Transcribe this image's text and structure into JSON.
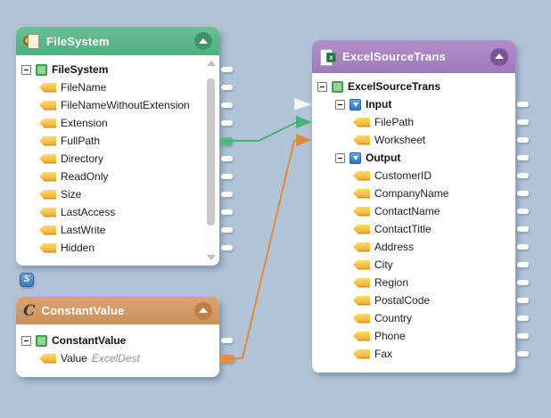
{
  "palette": {
    "canvas_bg": "#b3c3d6",
    "node_body": "#ffffff",
    "field_tag_yellow": "#f6b32e",
    "group_square_green": "#8fd191",
    "io_square_blue": "#3d83cb",
    "port_stub_white": "#ffffff",
    "s_badge_blue": "#4d8cc7"
  },
  "badges": {
    "s_label": "S"
  },
  "nodes": {
    "filesystem": {
      "title": "FileSystem",
      "header_color": "#55b787",
      "button_color": "#3e9468",
      "rows": [
        {
          "label": "FileSystem",
          "type": "group",
          "icon": "green-square",
          "level": 0,
          "port": "white"
        },
        {
          "label": "FileName",
          "type": "field",
          "icon": "tag",
          "level": 1,
          "port": "white"
        },
        {
          "label": "FileNameWithoutExtension",
          "type": "field",
          "icon": "tag",
          "level": 1,
          "port": "white"
        },
        {
          "label": "Extension",
          "type": "field",
          "icon": "tag",
          "level": 1,
          "port": "white"
        },
        {
          "label": "FullPath",
          "type": "field",
          "icon": "tag",
          "level": 1,
          "port": "green"
        },
        {
          "label": "Directory",
          "type": "field",
          "icon": "tag",
          "level": 1,
          "port": "white"
        },
        {
          "label": "ReadOnly",
          "type": "field",
          "icon": "tag",
          "level": 1,
          "port": "white"
        },
        {
          "label": "Size",
          "type": "field",
          "icon": "tag",
          "level": 1,
          "port": "white"
        },
        {
          "label": "LastAccess",
          "type": "field",
          "icon": "tag",
          "level": 1,
          "port": "white"
        },
        {
          "label": "LastWrite",
          "type": "field",
          "icon": "tag",
          "level": 1,
          "port": "white"
        },
        {
          "label": "Hidden",
          "type": "field",
          "icon": "tag",
          "level": 1,
          "port": "white"
        }
      ]
    },
    "excelsourcetrans": {
      "title": "ExcelSourceTrans",
      "header_color": "#a780c3",
      "button_color": "#7b539a",
      "icon_glyph": "x",
      "rows": [
        {
          "label": "ExcelSourceTrans",
          "type": "group",
          "icon": "green-square",
          "level": 0,
          "port": null
        },
        {
          "label": "Input",
          "type": "group",
          "icon": "blue-down-square",
          "level": 1,
          "port": "white"
        },
        {
          "label": "FilePath",
          "type": "field",
          "icon": "tag",
          "level": 2,
          "port": "white"
        },
        {
          "label": "Worksheet",
          "type": "field",
          "icon": "tag",
          "level": 2,
          "port": "white"
        },
        {
          "label": "Output",
          "type": "group",
          "icon": "blue-down-square",
          "level": 1,
          "port": "white"
        },
        {
          "label": "CustomerID",
          "type": "field",
          "icon": "tag",
          "level": 2,
          "port": "white"
        },
        {
          "label": "CompanyName",
          "type": "field",
          "icon": "tag",
          "level": 2,
          "port": "white"
        },
        {
          "label": "ContactName",
          "type": "field",
          "icon": "tag",
          "level": 2,
          "port": "white"
        },
        {
          "label": "ContactTitle",
          "type": "field",
          "icon": "tag",
          "level": 2,
          "port": "white"
        },
        {
          "label": "Address",
          "type": "field",
          "icon": "tag",
          "level": 2,
          "port": "white"
        },
        {
          "label": "City",
          "type": "field",
          "icon": "tag",
          "level": 2,
          "port": "white"
        },
        {
          "label": "Region",
          "type": "field",
          "icon": "tag",
          "level": 2,
          "port": "white"
        },
        {
          "label": "PostalCode",
          "type": "field",
          "icon": "tag",
          "level": 2,
          "port": "white"
        },
        {
          "label": "Country",
          "type": "field",
          "icon": "tag",
          "level": 2,
          "port": "white"
        },
        {
          "label": "Phone",
          "type": "field",
          "icon": "tag",
          "level": 2,
          "port": "white"
        },
        {
          "label": "Fax",
          "type": "field",
          "icon": "tag",
          "level": 2,
          "port": "white"
        }
      ]
    },
    "constantvalue": {
      "title": "ConstantValue",
      "header_color": "#d5985f",
      "button_color": "#bf7f41",
      "icon_glyph": "C",
      "rows": [
        {
          "label": "ConstantValue",
          "type": "group",
          "icon": "green-square",
          "level": 0,
          "port": "white"
        },
        {
          "label": "Value",
          "type": "field",
          "icon": "tag",
          "level": 1,
          "note": "ExcelDest",
          "port": "orange"
        }
      ]
    }
  },
  "connections": [
    {
      "from": "FileSystem.FullPath",
      "to": "ExcelSourceTrans.Input.FilePath",
      "color": "#45b078"
    },
    {
      "from": "ConstantValue.Value",
      "to": "ExcelSourceTrans.Input.Worksheet",
      "color": "#dd8a42"
    },
    {
      "to": "ExcelSourceTrans.Input",
      "color": "#f3f5f8"
    }
  ]
}
